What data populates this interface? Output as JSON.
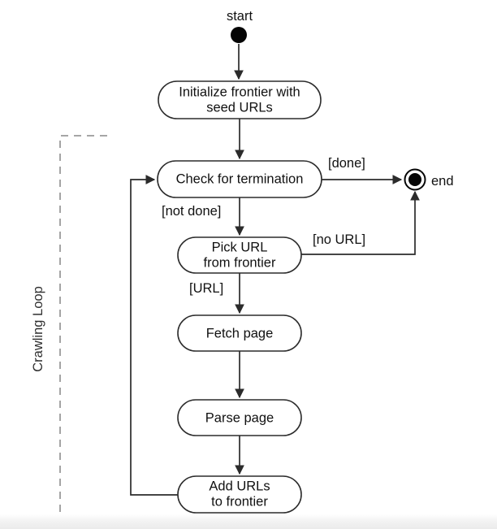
{
  "diagram": {
    "title": "Crawling Loop",
    "type": "uml-activity-diagram",
    "colors": {
      "background": "#ffffff",
      "stroke": "#2b2b2b",
      "node_fill": "#ffffff",
      "text": "#111111",
      "frame_stroke": "#9a9a9a",
      "terminal_fill": "#050505"
    },
    "terminals": {
      "start_label": "start",
      "end_label": "end"
    },
    "frame": {
      "label": "Crawling Loop"
    },
    "nodes": [
      {
        "id": "initialize",
        "line1": "Initialize frontier with",
        "line2": "seed URLs"
      },
      {
        "id": "check",
        "line1": "Check for termination",
        "line2": ""
      },
      {
        "id": "pick",
        "line1": "Pick URL",
        "line2": "from frontier"
      },
      {
        "id": "fetch",
        "line1": "Fetch page",
        "line2": ""
      },
      {
        "id": "parse",
        "line1": "Parse page",
        "line2": ""
      },
      {
        "id": "add",
        "line1": "Add URLs",
        "line2": "to frontier"
      }
    ],
    "guards": [
      {
        "id": "done",
        "label": "[done]"
      },
      {
        "id": "not-done",
        "label": "[not done]"
      },
      {
        "id": "no-url",
        "label": "[no URL]"
      },
      {
        "id": "url",
        "label": "[URL]"
      }
    ]
  }
}
